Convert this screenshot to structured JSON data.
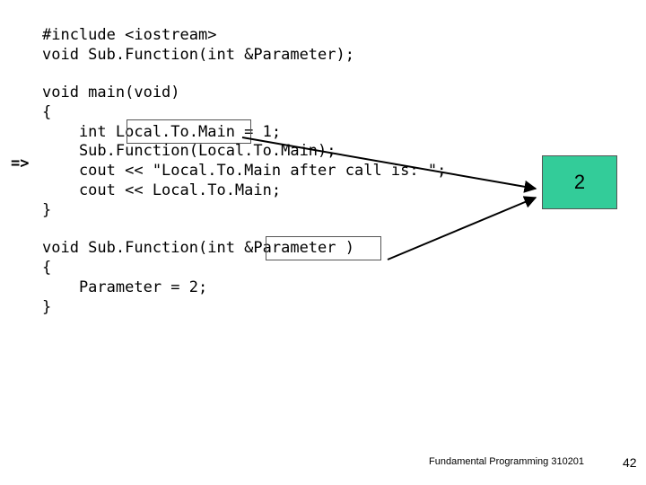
{
  "code": {
    "lines": [
      "#include <iostream>",
      "void Sub.Function(int &Parameter);",
      "void main(void)",
      "{",
      "    int Local.To.Main = 1;",
      "    Sub.Function(Local.To.Main);",
      "    cout << \"Local.To.Main after call is: \";",
      "    cout << Local.To.Main;",
      "}",
      "void Sub.Function(int &Parameter )",
      "{",
      "    Parameter = 2;",
      "}"
    ]
  },
  "marker": "=>",
  "memory_value": "2",
  "footer": {
    "course": "Fundamental Programming 310201",
    "page": "42"
  },
  "colors": {
    "memory_box": "#33cc99",
    "arrow": "#000000"
  }
}
